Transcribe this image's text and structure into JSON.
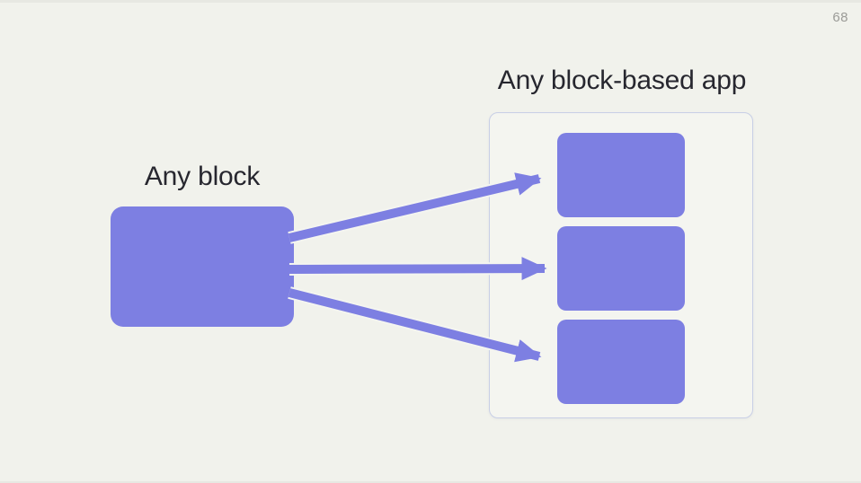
{
  "page": {
    "number": "68"
  },
  "colors": {
    "background": "#f1f2ec",
    "edge_line": "#e7e8e2",
    "accent": "#7d7fe2",
    "container_border": "#c8cfe6",
    "container_fill": "#f4f5f0",
    "title_text": "#27272f",
    "page_number_text": "#9b9b97"
  },
  "diagram": {
    "source": {
      "label": "Any block"
    },
    "target": {
      "label": "Any block-based app",
      "blocks": [
        "app-block-1",
        "app-block-2",
        "app-block-3"
      ]
    },
    "arrows": [
      "arrow-top",
      "arrow-middle",
      "arrow-bottom"
    ]
  }
}
